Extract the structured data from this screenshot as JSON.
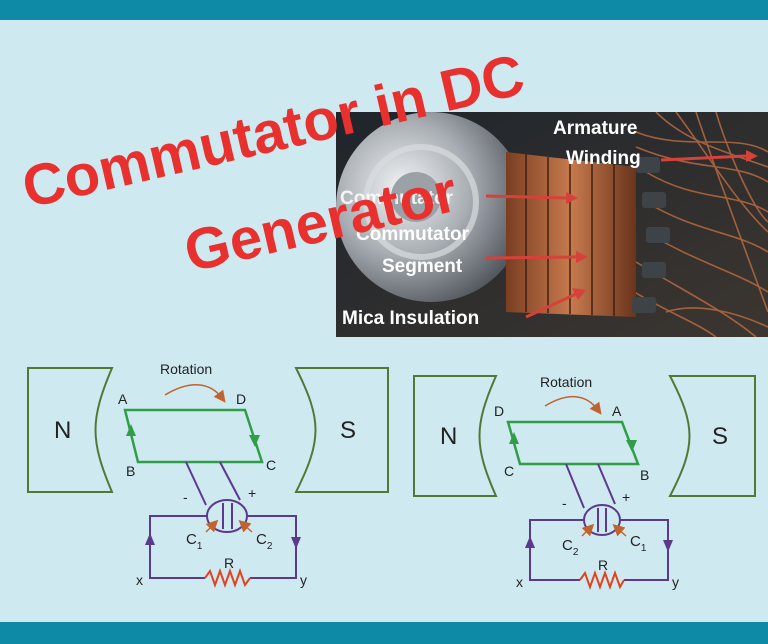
{
  "title": {
    "line1": "Commutator in  DC",
    "line2": "Generator",
    "color": "#e8312f"
  },
  "photo_labels": {
    "armature_winding_1": "Armature",
    "armature_winding_2": "Winding",
    "commutator_overlap": "Commutator",
    "commutator_segment_1": "Commutator",
    "commutator_segment_2": "Segment",
    "mica_insulation": "Mica Insulation"
  },
  "diagram_left": {
    "rotation": "Rotation",
    "pole_north": "N",
    "pole_south": "S",
    "corner_top_left": "A",
    "corner_top_right": "D",
    "corner_bottom_left": "B",
    "corner_bottom_right": "C",
    "minus": "-",
    "plus": "+",
    "brush_left": "C",
    "brush_left_sub": "1",
    "brush_right": "C",
    "brush_right_sub": "2",
    "resistor": "R",
    "terminal_left": "x",
    "terminal_right": "y"
  },
  "diagram_right": {
    "rotation": "Rotation",
    "pole_north": "N",
    "pole_south": "S",
    "corner_top_left": "D",
    "corner_top_right": "A",
    "corner_bottom_left": "C",
    "corner_bottom_right": "B",
    "minus": "-",
    "plus": "+",
    "brush_left": "C",
    "brush_left_sub": "2",
    "brush_right": "C",
    "brush_right_sub": "1",
    "resistor": "R",
    "terminal_left": "x",
    "terminal_right": "y"
  },
  "colors": {
    "background": "#cfe9f1",
    "bars": "#0e8aa6",
    "coil": "#2f9e47",
    "circuit": "#5a3a8c",
    "resistor": "#e2431f",
    "arrow": "#d6413a"
  }
}
